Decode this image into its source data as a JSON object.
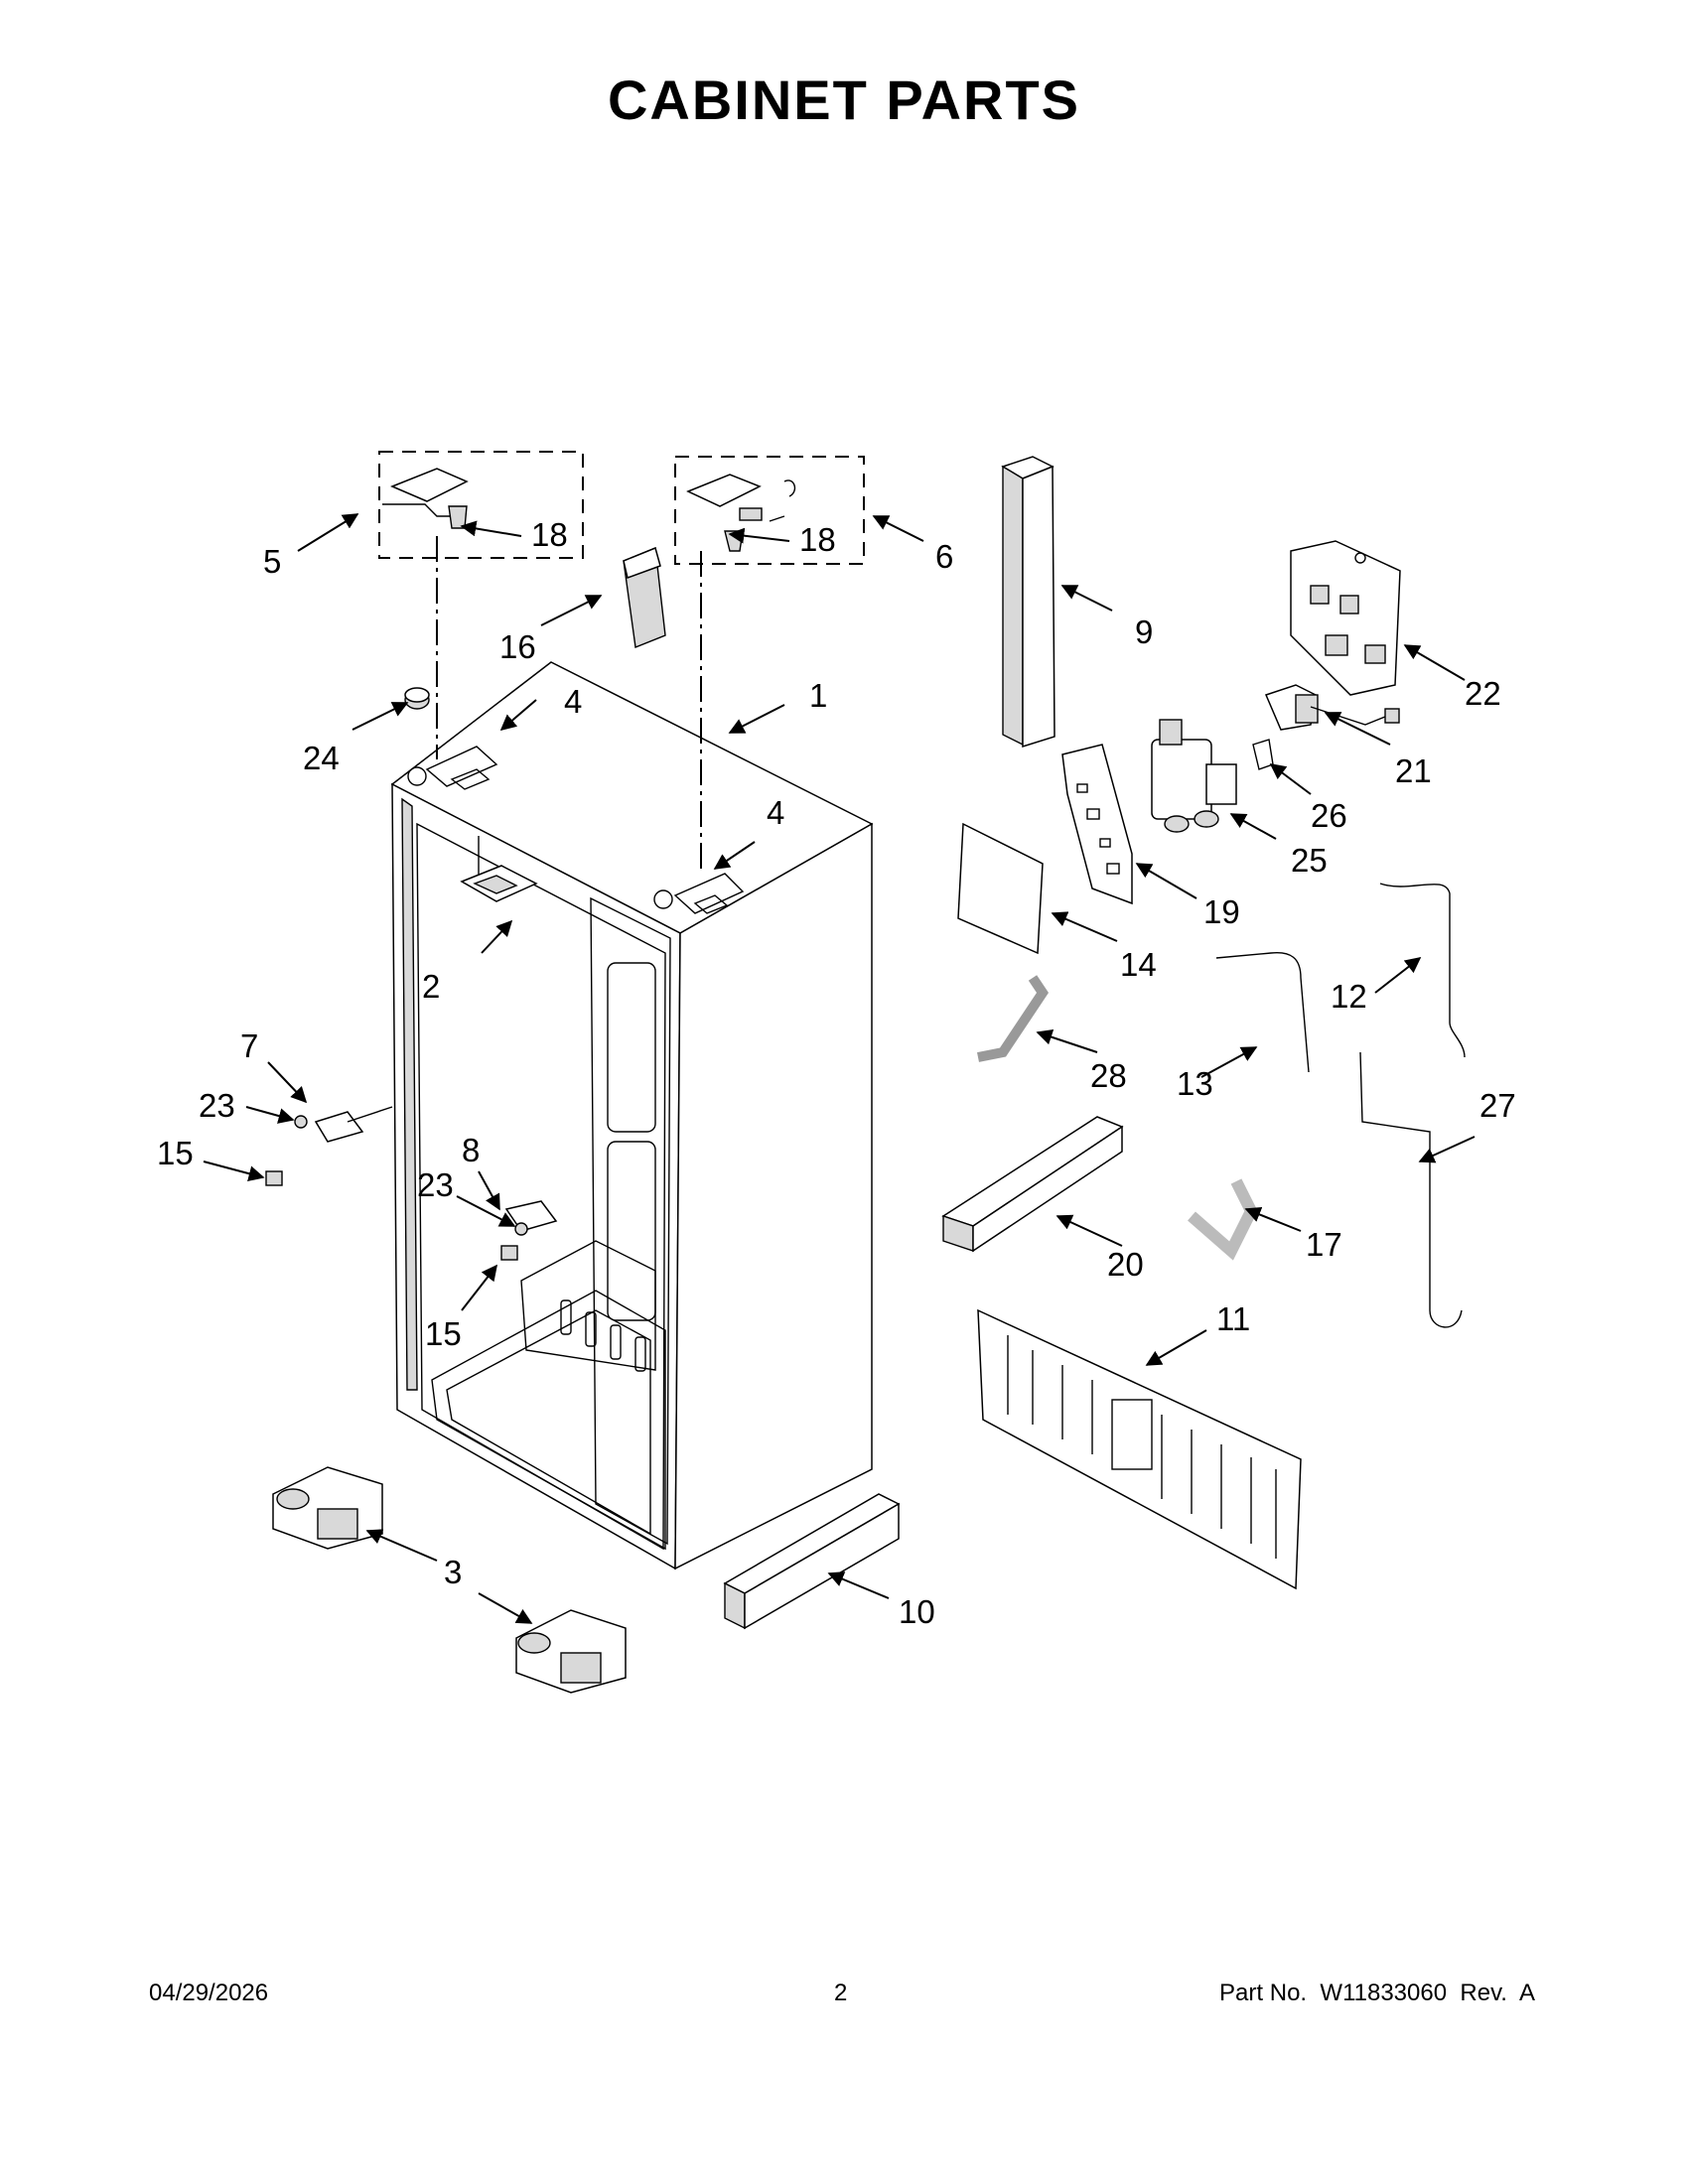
{
  "title": "CABINET PARTS",
  "footer": {
    "date": "04/29/2026",
    "page": "2",
    "part_no": "Part No.  W11833060  Rev.  A"
  },
  "callouts": {
    "c1": "1",
    "c2": "2",
    "c3": "3",
    "c4a": "4",
    "c4b": "4",
    "c5": "5",
    "c6": "6",
    "c7": "7",
    "c8": "8",
    "c9": "9",
    "c10": "10",
    "c11": "11",
    "c12": "12",
    "c13": "13",
    "c14": "14",
    "c15a": "15",
    "c15b": "15",
    "c16": "16",
    "c17": "17",
    "c18a": "18",
    "c18b": "18",
    "c19": "19",
    "c20": "20",
    "c21": "21",
    "c22": "22",
    "c23a": "23",
    "c23b": "23",
    "c24": "24",
    "c25": "25",
    "c26": "26",
    "c27": "27",
    "c28": "28"
  }
}
